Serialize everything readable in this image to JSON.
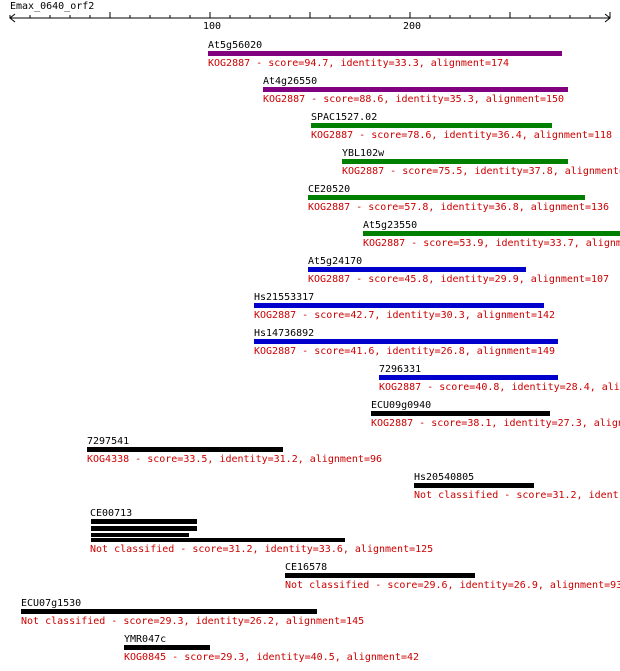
{
  "title": "Emax_0640_orf2",
  "ruler": {
    "ticks": [
      "100",
      "200"
    ]
  },
  "colors": {
    "label": "#000000",
    "stats": "#cc0000",
    "purple": "#800080",
    "green": "#008000",
    "blue": "#0000cc",
    "black": "#000000"
  },
  "hits": [
    {
      "name": "At5g56020",
      "stats": "KOG2887 - score=94.7, identity=33.3, alignment=174",
      "color": "purple"
    },
    {
      "name": "At4g26550",
      "stats": "KOG2887 - score=88.6, identity=35.3, alignment=150",
      "color": "purple"
    },
    {
      "name": "SPAC1527.02",
      "stats": "KOG2887 - score=78.6, identity=36.4, alignment=118",
      "color": "green"
    },
    {
      "name": "YBL102w",
      "stats": "KOG2887 - score=75.5, identity=37.8, alignment=",
      "color": "green"
    },
    {
      "name": "CE20520",
      "stats": "KOG2887 - score=57.8, identity=36.8, alignment=136",
      "color": "green"
    },
    {
      "name": "At5g23550",
      "stats": "KOG2887 - score=53.9, identity=33.7, alignm",
      "color": "green"
    },
    {
      "name": "At5g24170",
      "stats": "KOG2887 - score=45.8, identity=29.9, alignment=107",
      "color": "blue"
    },
    {
      "name": "Hs21553317",
      "stats": "KOG2887 - score=42.7, identity=30.3, alignment=142",
      "color": "blue"
    },
    {
      "name": "Hs14736892",
      "stats": "KOG2887 - score=41.6, identity=26.8, alignment=149",
      "color": "blue"
    },
    {
      "name": "7296331",
      "stats": "KOG2887 - score=40.8, identity=28.4, ali",
      "color": "blue"
    },
    {
      "name": "ECU09g0940",
      "stats": "KOG2887 - score=38.1, identity=27.3, align",
      "color": "black"
    },
    {
      "name": "7297541",
      "stats": "KOG4338 - score=33.5, identity=31.2, alignment=96",
      "color": "black"
    },
    {
      "name": "Hs20540805",
      "stats": "Not classified - score=31.2, ident",
      "color": "black"
    },
    {
      "name": "CE00713",
      "stats": "Not classified - score=31.2, identity=33.6, alignment=125",
      "color": "black"
    },
    {
      "name": "CE16578",
      "stats": "Not classified - score=29.6, identity=26.9, alignment=93",
      "color": "black"
    },
    {
      "name": "ECU07g1530",
      "stats": "Not classified - score=29.3, identity=26.2, alignment=145",
      "color": "black"
    },
    {
      "name": "YMR047c",
      "stats": "KOG0845 - score=29.3, identity=40.5, alignment=42",
      "color": "black"
    }
  ]
}
